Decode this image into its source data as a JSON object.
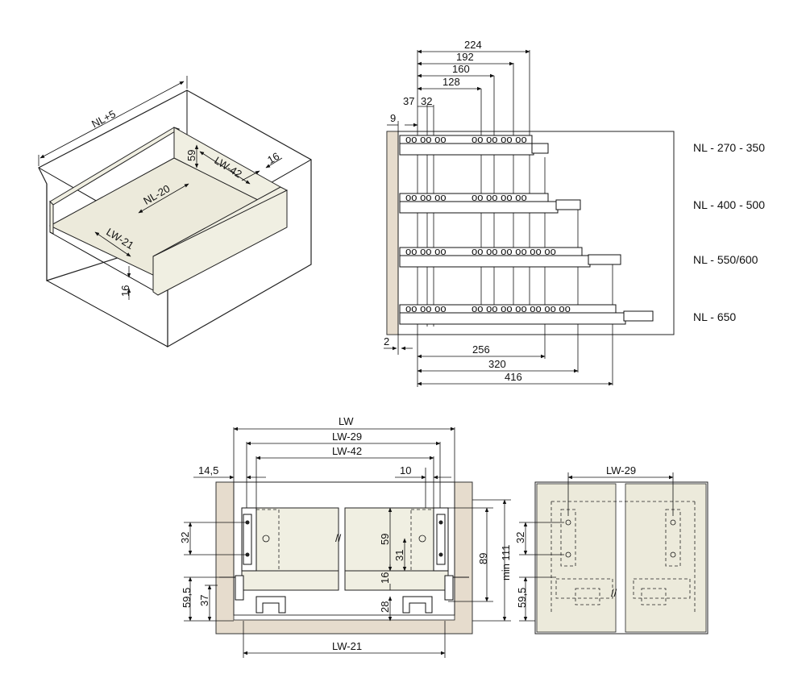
{
  "iso": {
    "dims": [
      "NL+5",
      "59",
      "LW-42",
      "16",
      "NL-20",
      "LW-21",
      "16"
    ]
  },
  "side": {
    "top_dims": [
      "224",
      "192",
      "160",
      "128",
      "37",
      "32",
      "9"
    ],
    "bottom_dims": [
      "256",
      "320",
      "416",
      "2"
    ],
    "rows": [
      "NL - 270 - 350",
      "NL - 400 - 500",
      "NL - 550/600",
      "NL - 650"
    ]
  },
  "front": {
    "dims": [
      "LW",
      "LW-29",
      "LW-42",
      "14,5",
      "10",
      "32",
      "59,5",
      "37",
      "59",
      "31",
      "16",
      "28",
      "89",
      "min 111",
      "LW-21"
    ]
  },
  "rear": {
    "dims": [
      "LW-29",
      "32",
      "59,5"
    ]
  },
  "colors": {
    "panel": "#e6dccd",
    "drawer": "#f0efe2",
    "line": "#111111"
  }
}
